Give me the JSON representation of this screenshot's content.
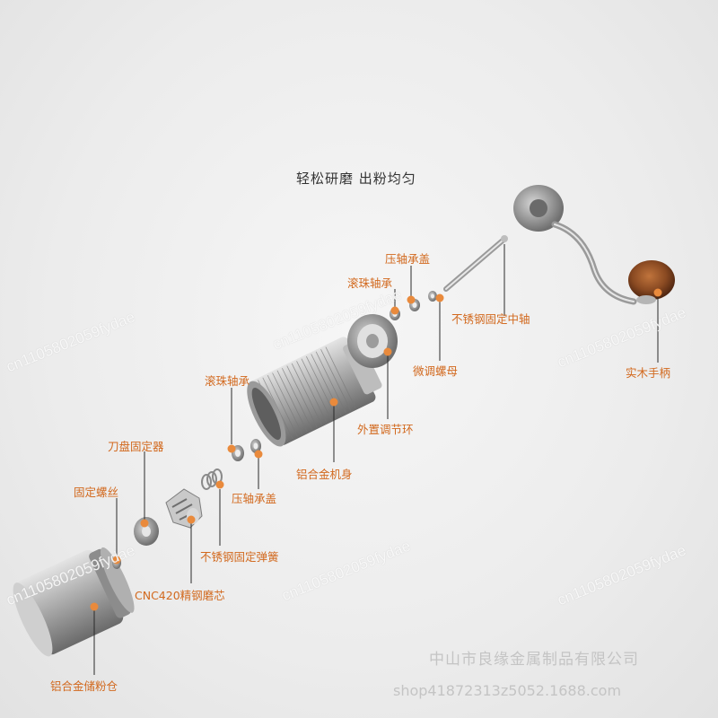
{
  "header": {
    "title": "轻松研磨 出粉均匀"
  },
  "labels": {
    "press_cap_top": "压轴承盖",
    "ball_bearing_top": "滚珠轴承",
    "steel_center_shaft": "不锈钢固定中轴",
    "micro_nut": "微调螺母",
    "wood_handle": "实木手柄",
    "ball_bearing_mid": "滚珠轴承",
    "outer_ring": "外置调节环",
    "burr_holder": "刀盘固定器",
    "aluminum_body": "铝合金机身",
    "fix_screw": "固定螺丝",
    "press_cap_mid": "压轴承盖",
    "steel_spring": "不锈钢固定弹簧",
    "burr_core": "CNC420精钢磨芯",
    "powder_bin": "铝合金储粉仓"
  },
  "watermark": {
    "text": "cn1105802059fydae"
  },
  "footer": {
    "company": "中山市良缘金属制品有限公司",
    "shop": "shop41872313z5052.1688.com"
  },
  "colors": {
    "accent": "#e98a3c",
    "label_text": "#d2691e",
    "metal": "#a9a9a9",
    "wood": "#8a4a22"
  }
}
